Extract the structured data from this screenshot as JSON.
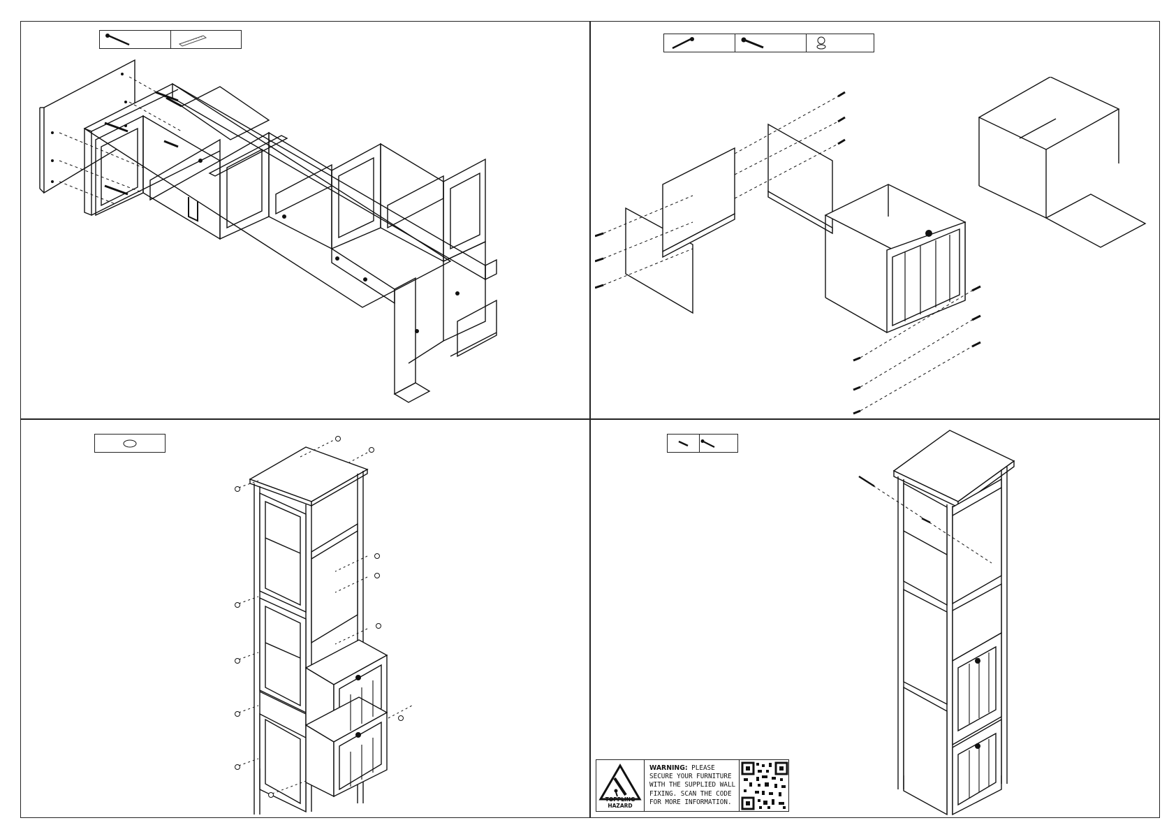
{
  "warning": {
    "heading": "WARNING:",
    "message": "PLEASE SECURE YOUR FURNITURE WITH THE SUPPLIED WALL FIXING. SCAN THE CODE FOR MORE INFORMATION.",
    "icon_label": "TOPPLING HAZARD"
  },
  "steps": [
    {
      "panel": "frame-assembly",
      "hardware": [
        "long-screw-icon",
        "dowel-icon"
      ]
    },
    {
      "panel": "drawer-assembly",
      "hardware": [
        "wood-screw-icon",
        "bolt-icon",
        "knob-icon"
      ]
    },
    {
      "panel": "cabinet-assembly",
      "hardware": [
        "cam-cap-icon"
      ]
    },
    {
      "panel": "wall-fixing",
      "hardware": [
        "wall-plug-icon",
        "wall-screw-icon"
      ]
    }
  ]
}
